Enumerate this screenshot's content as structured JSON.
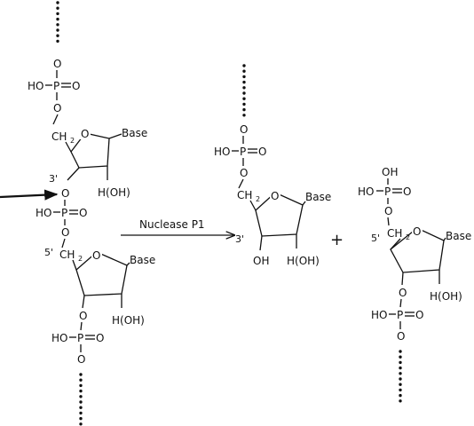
{
  "labels": {
    "oxygen": "O",
    "phosphorus": "P",
    "hydroxyl_p": "HO",
    "hydroxyl_top": "OH",
    "hydroxyl_sugar": "OH",
    "ch2_c": "CH",
    "ch2_sub": "2",
    "base": "Base",
    "h_oh": "H(OH)",
    "three_prime": "3'",
    "five_prime": "5'",
    "enzyme": "Nuclease P1",
    "plus": "+"
  }
}
